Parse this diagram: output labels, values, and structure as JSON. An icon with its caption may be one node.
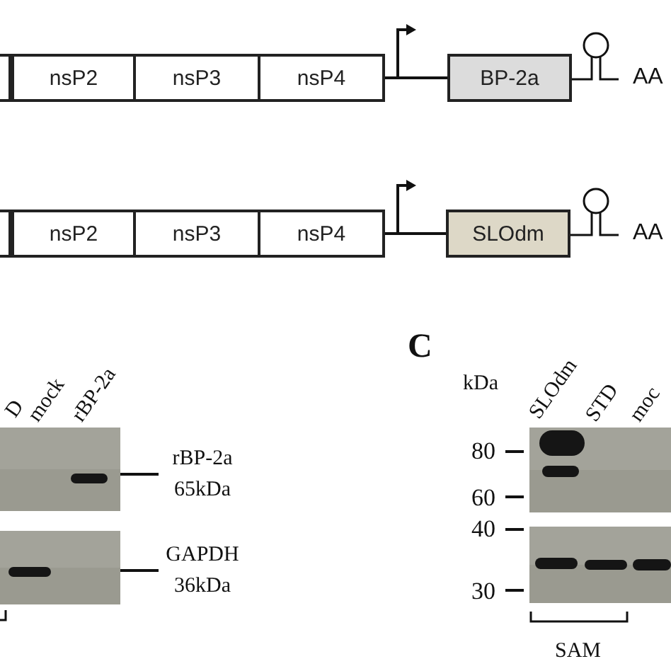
{
  "diagram": {
    "nodes": [
      {
        "text": [],
        "shape": "box"
      },
      {
        "text": [
          "nsP2"
        ]
      },
      {
        "text": [
          "nsP3"
        ]
      },
      {
        "text": [
          "nsP4"
        ]
      },
      {
        "text": [
          "BP-2a"
        ]
      },
      {
        "text": [],
        "shape": "box"
      },
      {
        "text": [
          "nsP2"
        ]
      },
      {
        "text": [
          "nsP3"
        ]
      },
      {
        "text": [
          "nsP4"
        ]
      },
      {
        "text": [
          "SLOdm"
        ]
      },
      {
        "text": [],
        "shape": "picture"
      },
      {
        "text": [],
        "shape": "picture"
      },
      {
        "text": [
          "rBP-2a 65kDa"
        ]
      },
      {
        "text": [
          "GAPDH 36kDa"
        ]
      }
    ],
    "edges": [
      {
        "from": 3,
        "to": 4,
        "arrow": "none"
      },
      {
        "from": 8,
        "to": 9,
        "arrow": "none"
      },
      {
        "from": 12,
        "to": 10,
        "arrow": "none"
      },
      {
        "from": 13,
        "to": 11,
        "arrow": "none"
      }
    ],
    "labels": [
      "AA",
      "AA",
      "D",
      "mock",
      "rBP-2a",
      "C",
      "kDa",
      "SLOdm",
      "STD",
      "moc",
      "80",
      "60",
      "40",
      "30",
      "SAM"
    ]
  }
}
